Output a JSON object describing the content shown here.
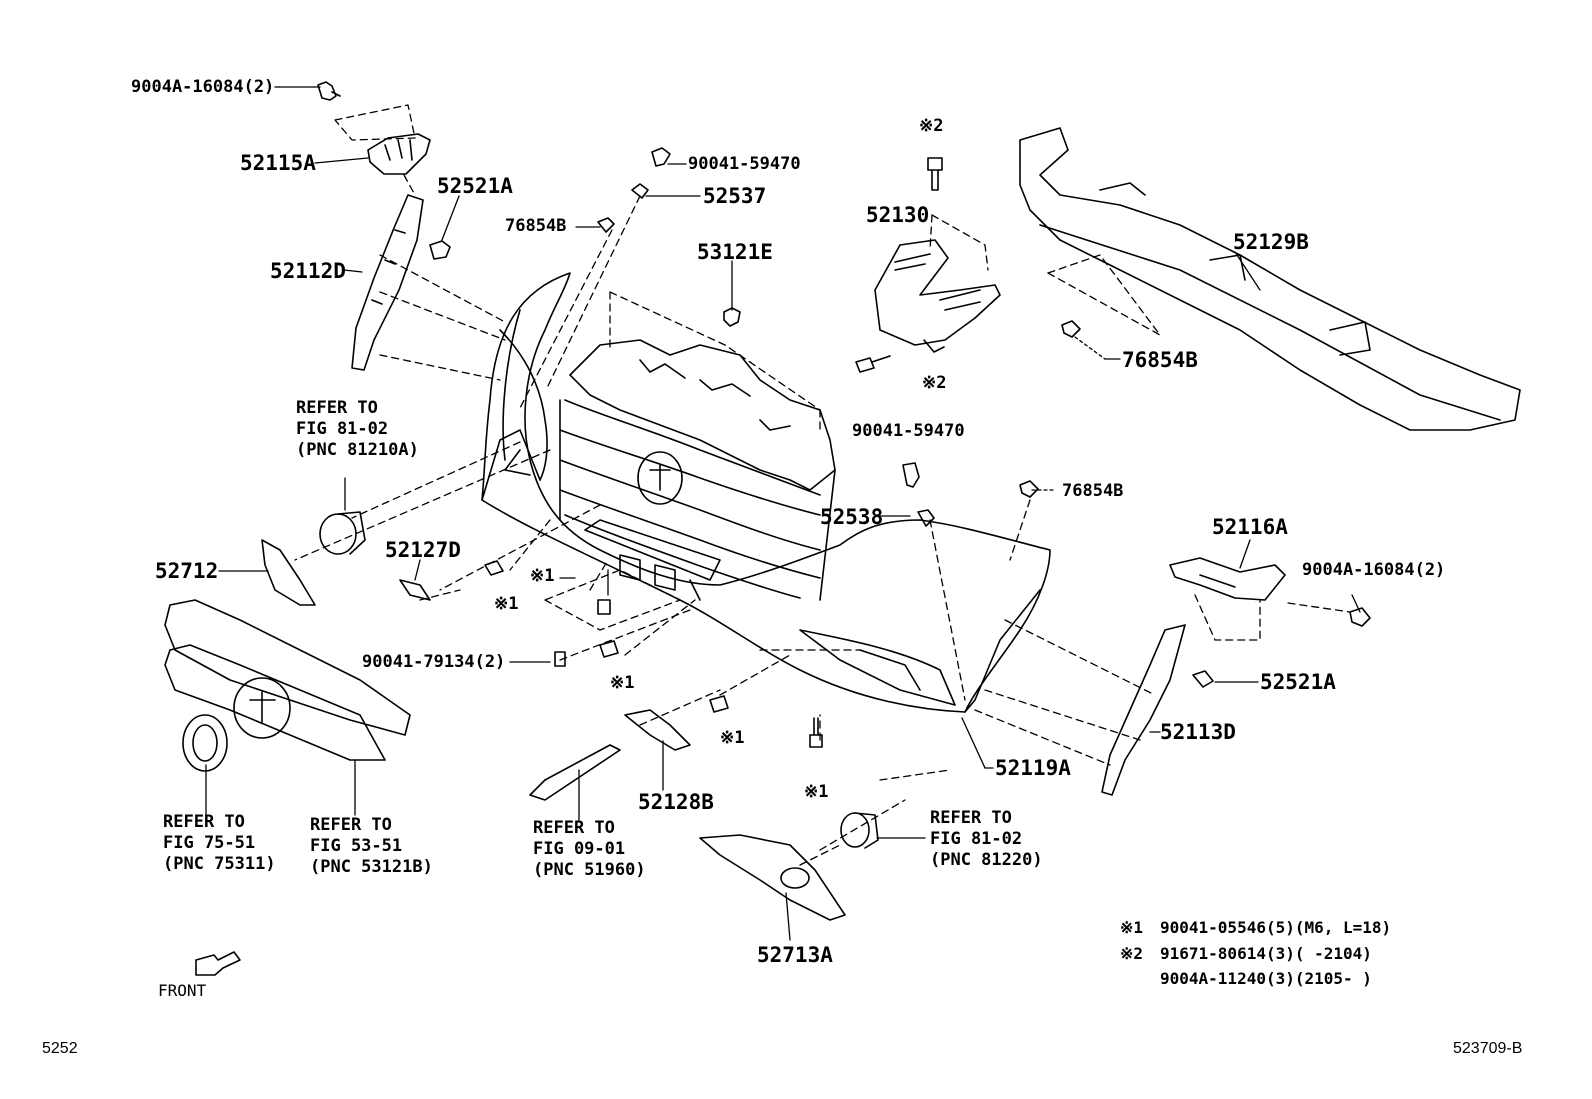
{
  "labels": {
    "p9004a_16084_l": "9004A-16084(2)",
    "p52115a": "52115A",
    "p52521a_l": "52521A",
    "p52112d": "52112D",
    "p90041_59470_t": "90041-59470",
    "p52537": "52537",
    "p76854b_l": "76854B",
    "p53121e": "53121E",
    "m2_top": "※2",
    "p52130": "52130",
    "m2_bolt": "※2",
    "p52129b": "52129B",
    "p76854b_r": "76854B",
    "p90041_59470_m": "90041-59470",
    "p52538": "52538",
    "p76854b_m": "76854B",
    "p52712": "52712",
    "p52127d": "52127D",
    "m1_a": "※1",
    "m1_b": "※1",
    "m1_c": "※1",
    "m1_d": "※1",
    "m1_e": "※1",
    "p90041_79134": "90041-79134(2)",
    "p52116a": "52116A",
    "p9004a_16084_r": "9004A-16084(2)",
    "p52521a_r": "52521A",
    "p52113d": "52113D",
    "p52119a": "52119A",
    "p52128b": "52128B",
    "p52713a": "52713A",
    "front": "FRONT"
  },
  "refs": {
    "fog_left": [
      "REFER TO",
      "FIG 81-02",
      "(PNC 81210A)"
    ],
    "emblem": [
      "REFER TO",
      "FIG 75-51",
      "(PNC 75311)"
    ],
    "grille": [
      "REFER TO",
      "FIG 53-51",
      "(PNC 53121B)"
    ],
    "wire": [
      "REFER TO",
      "FIG 09-01",
      "(PNC 51960)"
    ],
    "fog_right": [
      "REFER TO",
      "FIG 81-02",
      "(PNC 81220)"
    ]
  },
  "notes": {
    "n1_mark": "※1",
    "n1_text": "90041-05546(5)(M6, L=18)",
    "n2_mark": "※2",
    "n2_text": "91671-80614(3)(      -2104)",
    "n3_text": "9004A-11240(3)(2105-      )"
  },
  "footer": {
    "left": "5252",
    "right": "523709-B"
  }
}
